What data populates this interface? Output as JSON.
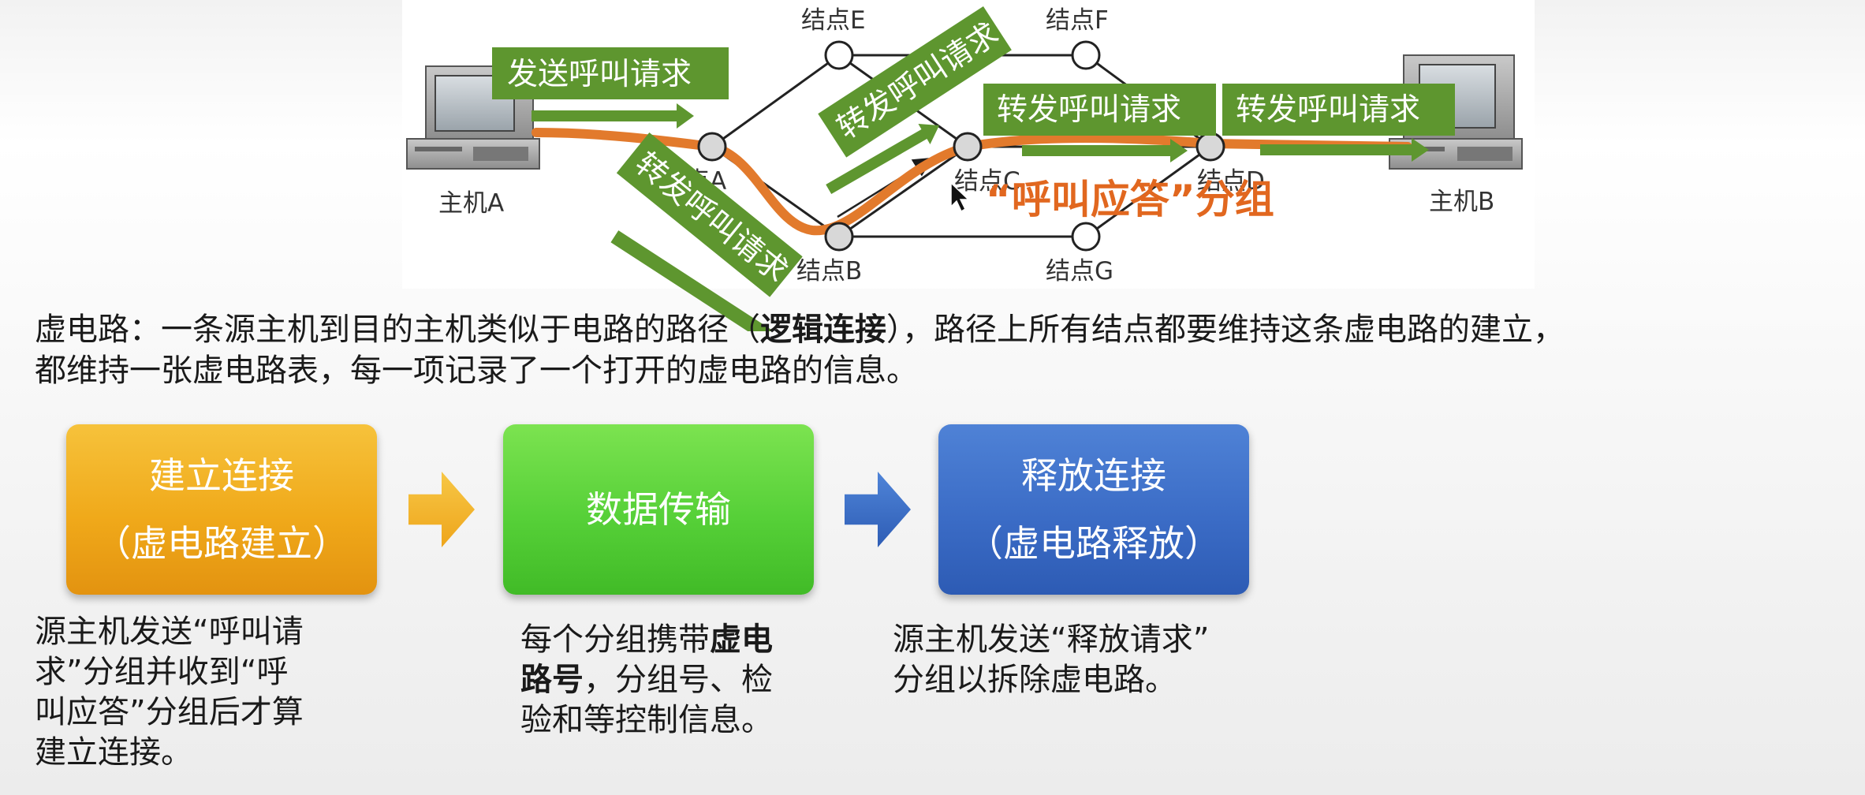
{
  "network": {
    "hosts": {
      "a": "主机A",
      "b": "主机B"
    },
    "nodes": {
      "a": "结点A",
      "b": "结点B",
      "c": "结点C",
      "d": "结点D",
      "e": "结点E",
      "f": "结点F",
      "g": "结点G"
    },
    "badges": {
      "send_call_request": "发送呼叫请求",
      "forward_call_request": "转发呼叫请求"
    },
    "reply_packet_label": "“呼叫应答”分组",
    "colors": {
      "path": "#e27a2c",
      "badge": "#5e962f",
      "reply_text": "#e1671f"
    }
  },
  "definition": {
    "term": "虚电路：",
    "line1_before": "一条源主机到目的主机类似于电路的路径（",
    "line1_bold": "逻辑连接",
    "line1_after": "），路径上所有结点都要维持这条虚电路的建立，",
    "line2": "都维持一张虚电路表，每一项记录了一个打开的虚电路的信息。"
  },
  "stages": [
    {
      "title": "建立连接",
      "subtitle": "（虚电路建立）",
      "color": "#f0a91a"
    },
    {
      "title": "数据传输",
      "subtitle": "",
      "color": "#56d038"
    },
    {
      "title": "释放连接",
      "subtitle": "（虚电路释放）",
      "color": "#3b6cc6"
    }
  ],
  "descriptions": {
    "setup": {
      "l1": "源主机发送“呼叫请",
      "l2": "求”分组并收到“呼",
      "l3": "叫应答”分组后才算",
      "l4": "建立连接。"
    },
    "transfer": {
      "l1_before": "每个分组携带",
      "l1_bold": "虚电",
      "l2_bold": "路号",
      "l2_after": "，分组号、检",
      "l3": "验和等控制信息。"
    },
    "release": {
      "l1": "源主机发送“释放请求”",
      "l2": "分组以拆除虚电路。"
    }
  }
}
